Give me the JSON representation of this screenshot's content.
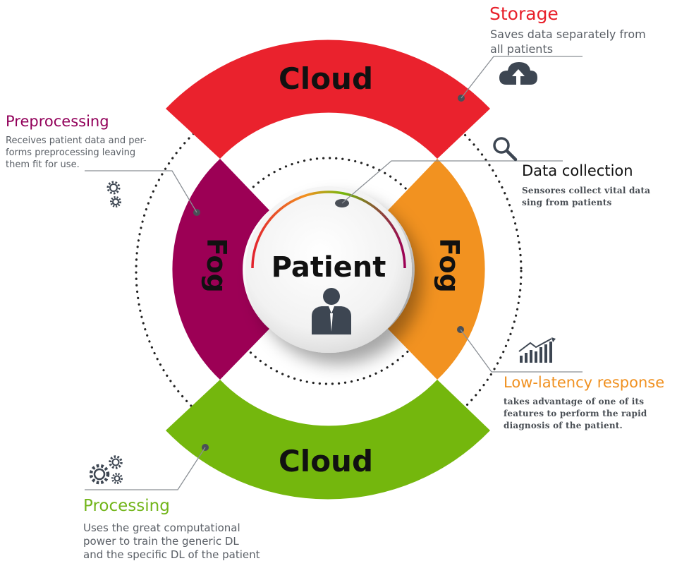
{
  "center": {
    "label": "Patient",
    "icon": "person-icon"
  },
  "segments": {
    "top": {
      "label": "Cloud",
      "color": "#ea222d"
    },
    "bottom": {
      "label": "Cloud",
      "color": "#74b70d"
    },
    "left": {
      "label": "Fog",
      "color": "#9c0055"
    },
    "right": {
      "label": "Fog",
      "color": "#f29220"
    }
  },
  "annotations": {
    "storage": {
      "title": "Storage",
      "desc": [
        "Saves data separately from",
        "all patients"
      ],
      "color": "#e8202b",
      "icon": "cloud-upload-icon"
    },
    "preprocessing": {
      "title": "Preprocessing",
      "desc": [
        "Receives patient data and per-",
        "forms preprocessing leaving",
        "them fit for use."
      ],
      "color": "#92005a",
      "icon": "gears-icon"
    },
    "data_collection": {
      "title": "Data collection",
      "desc": [
        "Sensores collect vital data",
        "sing from patients"
      ],
      "color": "#111111",
      "icon": "search-icon"
    },
    "low_latency": {
      "title": "Low-latency response",
      "desc": [
        "takes advantage of one of its",
        "features to perform the rapid",
        "diagnosis of the patient."
      ],
      "color": "#f0901f",
      "icon": "growth-chart-icon"
    },
    "processing": {
      "title": "Processing",
      "desc": [
        "Uses the great computational",
        "power to train the generic DL",
        "and the specific DL of the patient"
      ],
      "color": "#72b51a",
      "icon": "gears-icon"
    }
  }
}
